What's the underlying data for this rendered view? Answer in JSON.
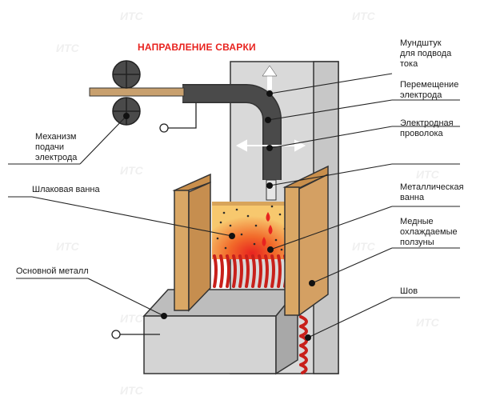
{
  "title": "НАПРАВЛЕНИЕ СВАРКИ",
  "watermark": "ИТС",
  "labels": {
    "nozzle": [
      "Мундштук",
      "для подвода",
      "тока"
    ],
    "electrode_move": [
      "Перемещение",
      "электрода"
    ],
    "electrode_wire": [
      "Электродная",
      "проволока"
    ],
    "metal_bath": [
      "Металлическая",
      "ванна"
    ],
    "copper_sliders": [
      "Медные",
      "охлаждаемые",
      "ползуны"
    ],
    "seam": [
      "Шов"
    ],
    "feed_mechanism": [
      "Механизм",
      "подачи",
      "электрода"
    ],
    "slag_bath": [
      "Шлаковая ванна"
    ],
    "base_metal": [
      "Основной металл"
    ]
  },
  "colors": {
    "title": "#e8231f",
    "wall": "#d9d9d9",
    "pipe": "#4a4a4a",
    "slider": "#d9a765",
    "slag": "#f7c86e",
    "seam": "#c8201b"
  }
}
